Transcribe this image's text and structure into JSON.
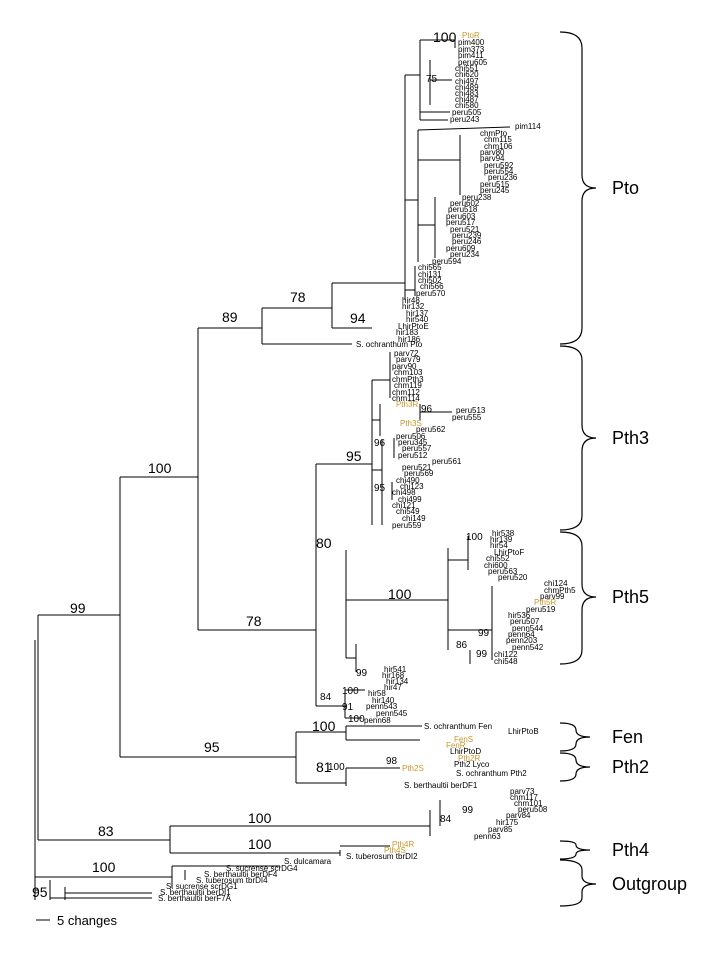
{
  "figure": {
    "highlight_color": "#c8962a",
    "scale_label": "5 changes"
  },
  "clades": [
    "Pto",
    "Pth3",
    "Pth5",
    "Fen",
    "Pth2",
    "Pth4",
    "Outgroup"
  ],
  "bootstrap_large": [
    "100",
    "99",
    "89",
    "78",
    "94",
    "100",
    "95",
    "80",
    "78",
    "95",
    "100",
    "81",
    "83",
    "100",
    "100",
    "100",
    "95"
  ],
  "bootstrap_small": [
    "100",
    "75",
    "96",
    "96",
    "95",
    "100",
    "99",
    "86",
    "99",
    "99",
    "84",
    "100",
    "91",
    "100",
    "98",
    "84",
    "99"
  ],
  "leaves": {
    "pto": [
      "PtoR",
      "pim400",
      "pim373",
      "pim411",
      "peru605",
      "chi551",
      "chi620",
      "chi497",
      "chi489",
      "chi483",
      "chi487",
      "chi580",
      "peru505",
      "peru243",
      "pim114",
      "chmPto",
      "chm115",
      "chm106",
      "parv80",
      "parv94",
      "peru592",
      "peru554",
      "peru236",
      "peru515",
      "peru245",
      "peru238",
      "peru602",
      "peru518",
      "peru603",
      "peru517",
      "peru521",
      "peru239",
      "peru246",
      "peru609",
      "peru234",
      "peru594",
      "chi565",
      "chi131",
      "chi502",
      "chi566",
      "peru570",
      "hir48",
      "hir132",
      "hir137",
      "hir540",
      "LhirPtoE",
      "hir183",
      "hir186",
      "S. ochranthum Pto"
    ],
    "pth3": [
      "parv72",
      "parv79",
      "parv90",
      "chm103",
      "chmPth3",
      "chm119",
      "chm112",
      "chm114",
      "Pth3R",
      "peru513",
      "peru555",
      "Pth3S",
      "peru562",
      "peru506",
      "peru345",
      "peru557",
      "peru512",
      "peru561",
      "peru521",
      "peru569",
      "chi490",
      "chi123",
      "chi498",
      "chi499",
      "chi121",
      "chi549",
      "chi149",
      "peru559"
    ],
    "pth5": [
      "hir538",
      "hir139",
      "hir54",
      "LhirPtoF",
      "chi552",
      "chi600",
      "peru563",
      "peru520",
      "chi124",
      "chmPth5",
      "parv99",
      "Pth5R",
      "peru519",
      "hir536",
      "peru507",
      "penn544",
      "penn64",
      "penn203",
      "penn542",
      "chi122",
      "chi548",
      "hir541",
      "hir168",
      "hir134",
      "hir47",
      "hir58",
      "hir140",
      "penn543",
      "penn545",
      "penn68"
    ],
    "fen": [
      "S. ochranthum Fen",
      "LhirPtoB",
      "FenS",
      "FenR",
      "LhirPtoD"
    ],
    "pth2": [
      "Pth2R",
      "Pth2 Lyco",
      "Pth2S",
      "S. ochranthum Pth2",
      "S. berthaultii berDF1"
    ],
    "pth4": [
      "parv73",
      "chm117",
      "chm101",
      "peru508",
      "parv84",
      "hir175",
      "parv85",
      "penn63",
      "Pth4R",
      "Pth4S",
      "S. tuberosum tbrDI2"
    ],
    "outgroup": [
      "S. dulcamara",
      "S. sucrense scrDG4",
      "S. berthaultii berDF4",
      "S. tuberosum tbrDI4",
      "S. sucrense scrDG1",
      "S. berthaultii berDI1",
      "S. berthaultii berF7A"
    ]
  }
}
